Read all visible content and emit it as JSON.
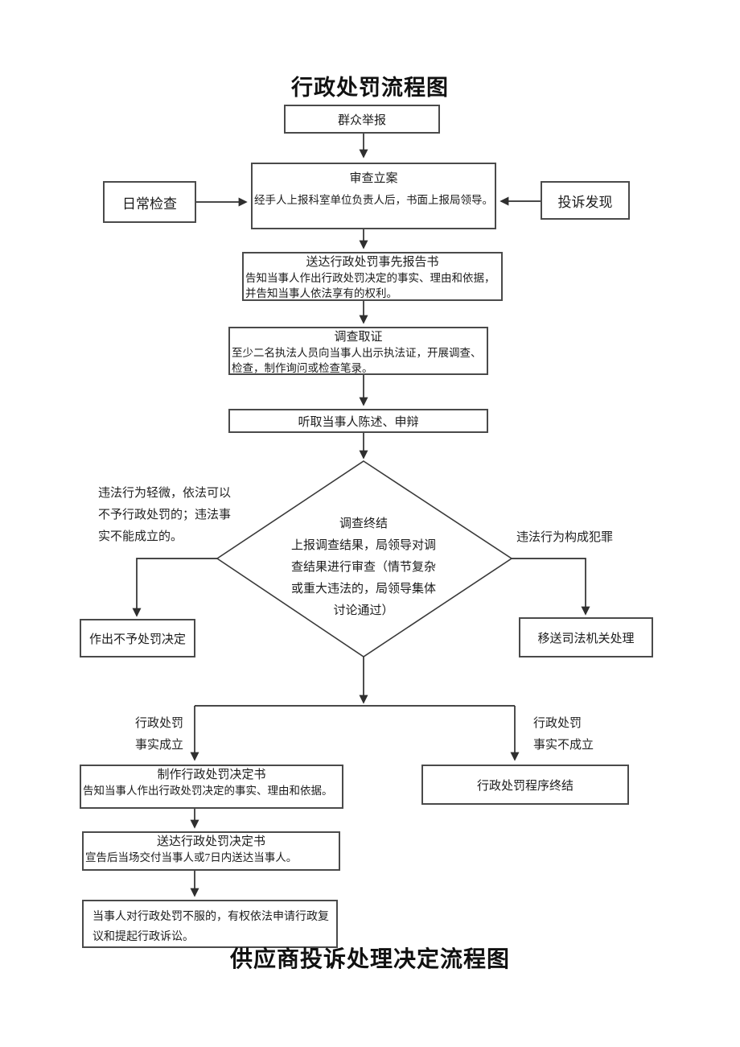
{
  "page": {
    "title": "行政处罚流程图",
    "footer_title": "供应商投诉处理决定流程图"
  },
  "nodes": {
    "public_report": {
      "label": "群众举报"
    },
    "review_filing": {
      "title": "审查立案",
      "body": "经手人上报科室单位负责人后，书面上报局领导。"
    },
    "daily_inspection": {
      "label": "日常检查"
    },
    "complaint_found": {
      "label": "投诉发现"
    },
    "advance_notice": {
      "title": "送达行政处罚事先报告书",
      "body": "告知当事人作出行政处罚决定的事实、理由和依据，并告知当事人依法享有的权利。"
    },
    "evidence_collection": {
      "title": "调查取证",
      "body": "至少二名执法人员向当事人出示执法证，开展调查、检查，制作询问或检查笔录。"
    },
    "hear_statement": {
      "label": "听取当事人陈述、申辩"
    },
    "investigation_conclusion": {
      "title": "调查终结",
      "line1": "上报调查结果，局领导对调",
      "line2": "查结果进行审查（情节复杂",
      "line3": "或重大违法的，局领导集体",
      "line4": "讨论通过）"
    },
    "no_penalty_decision": {
      "label": "作出不予处罚决定"
    },
    "transfer_judicial": {
      "label": "移送司法机关处理"
    },
    "make_decision_doc": {
      "title": "制作行政处罚决定书",
      "body": "告知当事人作出行政处罚决定的事实、理由和依据。"
    },
    "procedure_end": {
      "label": "行政处罚程序终结"
    },
    "deliver_decision": {
      "title": "送达行政处罚决定书",
      "body": "宣告后当场交付当事人或7日内送达当事人。"
    },
    "appeal_rights": {
      "body": "当事人对行政处罚不服的，有权依法申请行政复议和提起行政诉讼。"
    }
  },
  "labels": {
    "minor_violation": "违法行为轻微，依法可以不予行政处罚的；违法事实不能成立的。",
    "crime": "违法行为构成犯罪",
    "facts_established": {
      "line1": "行政处罚",
      "line2": "事实成立"
    },
    "facts_not_established": {
      "line1": "行政处罚",
      "line2": "事实不成立"
    }
  },
  "colors": {
    "background": "#ffffff",
    "line": "#2f2f2f",
    "border": "#4a4a4a",
    "text": "#1c1c1c"
  }
}
